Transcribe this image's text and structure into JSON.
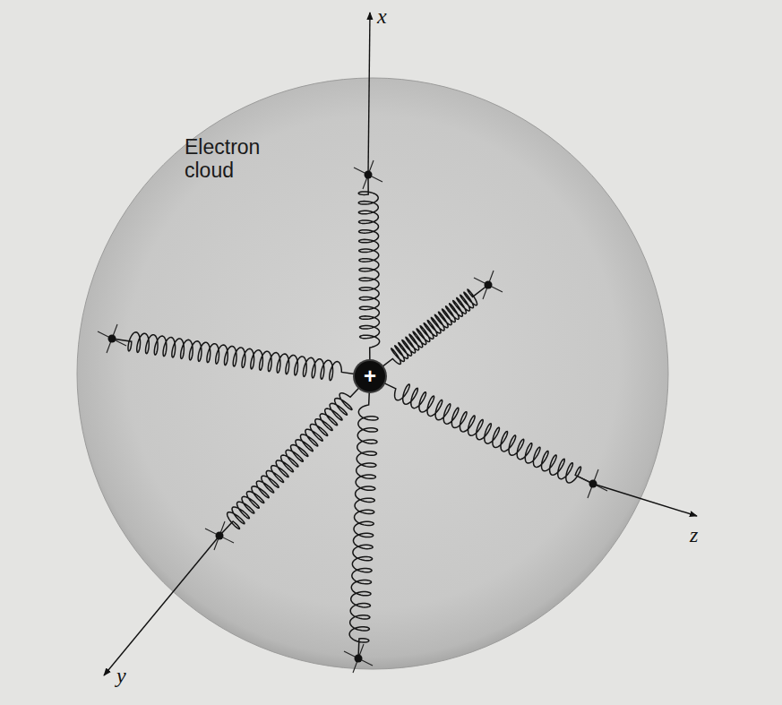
{
  "diagram": {
    "nodes": [
      {
        "text": [
          "Electron cloud"
        ]
      },
      {
        "text": [
          "+"
        ],
        "in": 0
      }
    ],
    "labels": [
      "x",
      "y",
      "z"
    ]
  }
}
